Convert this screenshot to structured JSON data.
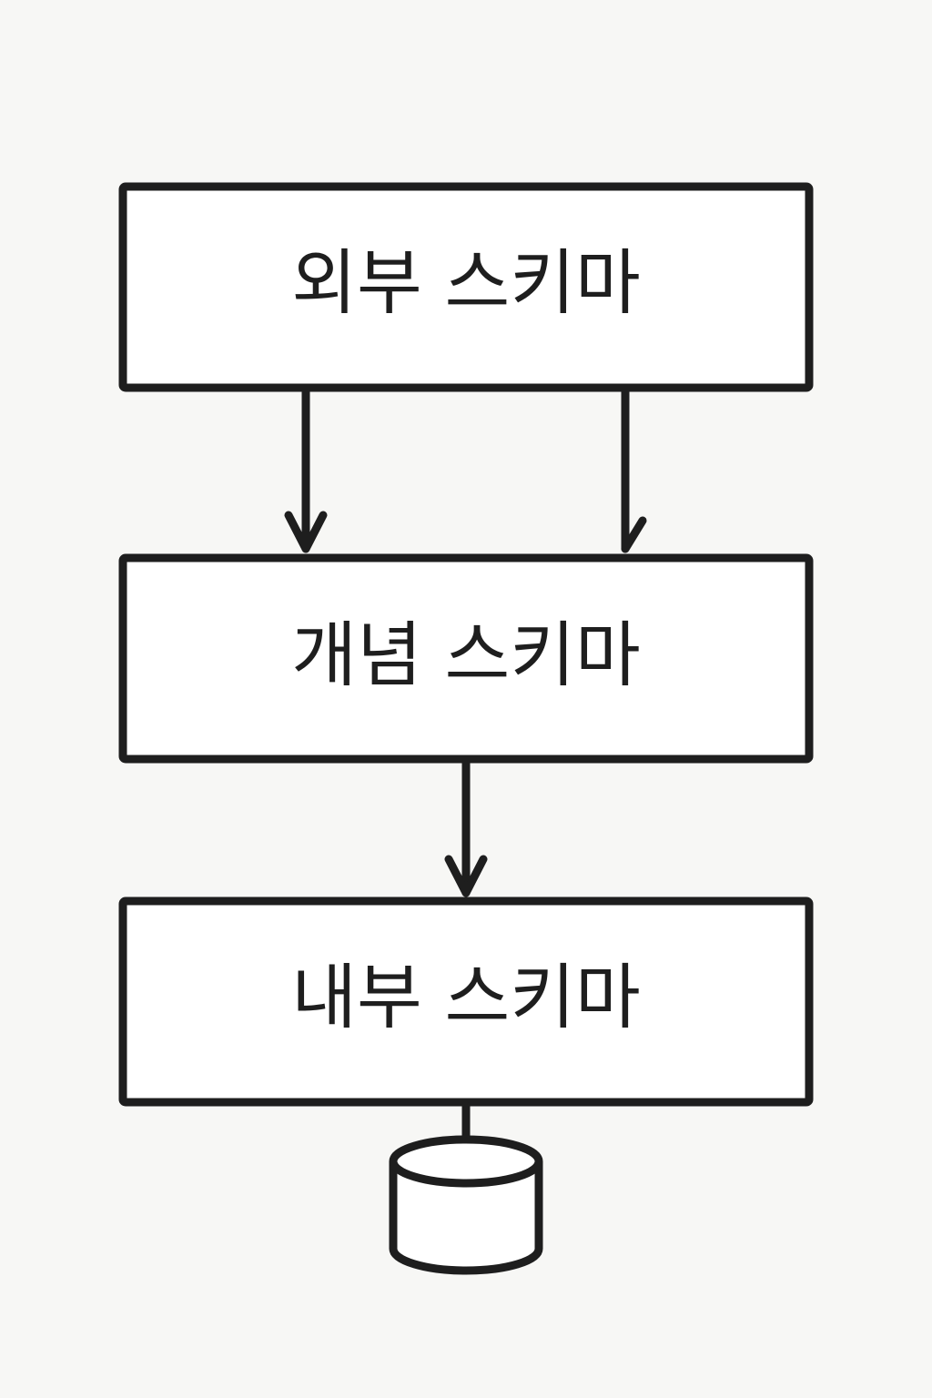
{
  "diagram": {
    "boxes": [
      {
        "id": "external",
        "label": "외부 스키마"
      },
      {
        "id": "conceptual",
        "label": "개념 스키마"
      },
      {
        "id": "internal",
        "label": "내부 스키마"
      }
    ],
    "colors": {
      "background": "#f7f7f5",
      "stroke": "#1e1e1e",
      "box_fill": "#ffffff"
    },
    "icons": {
      "storage": "database-cylinder-icon"
    }
  }
}
